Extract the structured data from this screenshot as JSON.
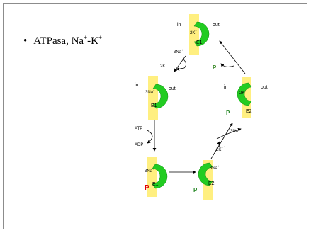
{
  "bullet": {
    "symbol": "•",
    "text_a": "ATPasa, Na",
    "sup_a": "+",
    "text_b": "-K",
    "sup_b": "+"
  },
  "colors": {
    "pump": "#22cc22",
    "membrane": "#ffef80",
    "phosphate_bound": "#2a8a2a",
    "phosphate_released": "#3b8a2a",
    "phosphate_red": "#e00000",
    "text": "#000000",
    "frame": "#8c8c8c"
  },
  "labels": {
    "in": "in",
    "out": "out",
    "top_inside": "2K",
    "top_inside_sup": "+",
    "top_enzyme": "E1",
    "arrow1_na": "3Na",
    "arrow1_na_sup": "+",
    "arrow1_k": "2K",
    "arrow1_k_sup": "+",
    "left_inside": "3Na",
    "left_inside_sup": "+",
    "left_enzyme": "E1",
    "atp": "ATP",
    "adp": "ADP",
    "bl_inside": "3Na",
    "bl_inside_sup": "+",
    "bl_p": "P",
    "bl_enzyme": "E1",
    "br_inside": "3Na",
    "br_inside_sup": "+",
    "br_p": "P",
    "br_enzyme": "E2",
    "arrow_na_out": "3Na",
    "arrow_na_out_sup": "+",
    "arrow_k_in": "2K",
    "arrow_k_in_sup": "+",
    "right_inside": "2K",
    "right_inside_sup": "+",
    "right_p": "P",
    "right_enzyme": "E2",
    "released_p": "P"
  }
}
